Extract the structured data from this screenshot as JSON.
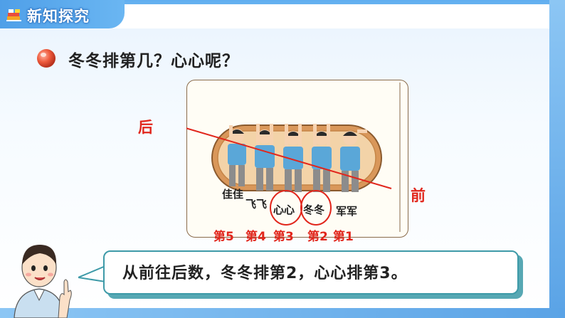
{
  "header": {
    "section_title": "新知探究"
  },
  "content": {
    "question": "冬冬排第几？心心呢？",
    "direction_back": "后",
    "direction_front": "前",
    "names": {
      "jiajia": "佳佳",
      "feifei": "飞飞",
      "xinxin": "心心",
      "dongdong": "冬冬",
      "junjun": "军军"
    },
    "order_labels": [
      "第5",
      "第4",
      "第3",
      "第2",
      "第1"
    ],
    "answer": "从前往后数，冬冬排第2，心心排第3。"
  },
  "colors": {
    "accent_red": "#e1261c",
    "header_blue": "#60aef0",
    "speech_border": "#3e9aa8",
    "shirt_blue": "#5aa7d8"
  }
}
